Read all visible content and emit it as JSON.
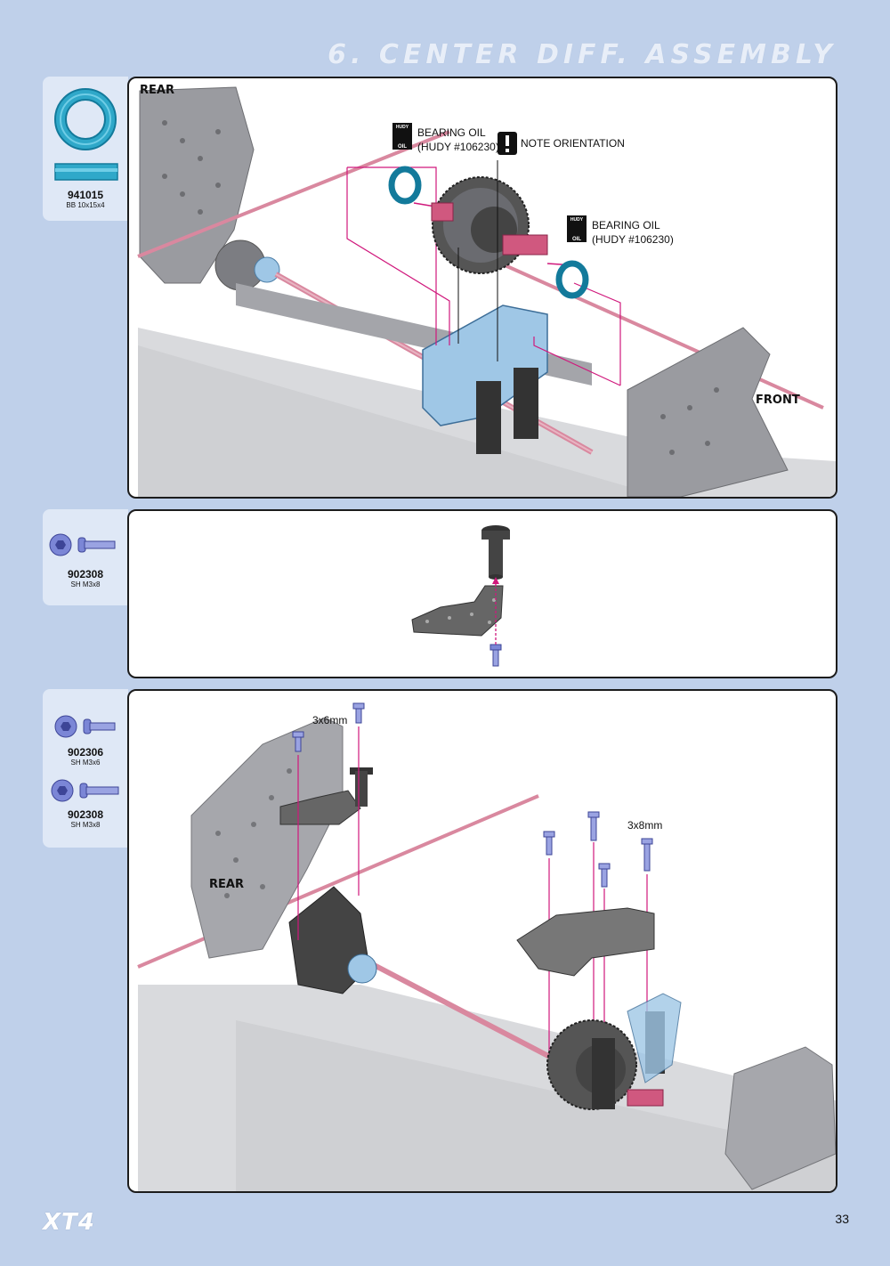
{
  "header": {
    "title": "6. CENTER DIFF. ASSEMBLY"
  },
  "step1": {
    "part": {
      "number": "941015",
      "desc": "BB 10x15x4"
    },
    "rear_label": "REAR",
    "front_label": "FRONT",
    "oil_badge": {
      "top": "HUDY",
      "bottom": "OIL"
    },
    "callout_oil_left": {
      "line1": "BEARING OIL",
      "line2": "(HUDY #106230)"
    },
    "callout_note": "NOTE ORIENTATION",
    "callout_oil_right": {
      "line1": "BEARING OIL",
      "line2": "(HUDY #106230)"
    }
  },
  "step2": {
    "part": {
      "number": "902308",
      "desc": "SH M3x8"
    }
  },
  "step3": {
    "parts": [
      {
        "number": "902306",
        "desc": "SH M3x6"
      },
      {
        "number": "902308",
        "desc": "SH M3x8"
      }
    ],
    "rear_label": "REAR",
    "screw_label_left": "3x6mm",
    "screw_label_right": "3x8mm"
  },
  "footer": {
    "logo": "XT4",
    "page": "33"
  },
  "colors": {
    "background": "#bfd0ea",
    "tab": "#dfe8f6",
    "bearing": "#2fa8c9",
    "arrow": "#d0187c",
    "screw": "#7b86d6",
    "part_alu": "#9fc7e6",
    "part_dark": "#333333"
  }
}
